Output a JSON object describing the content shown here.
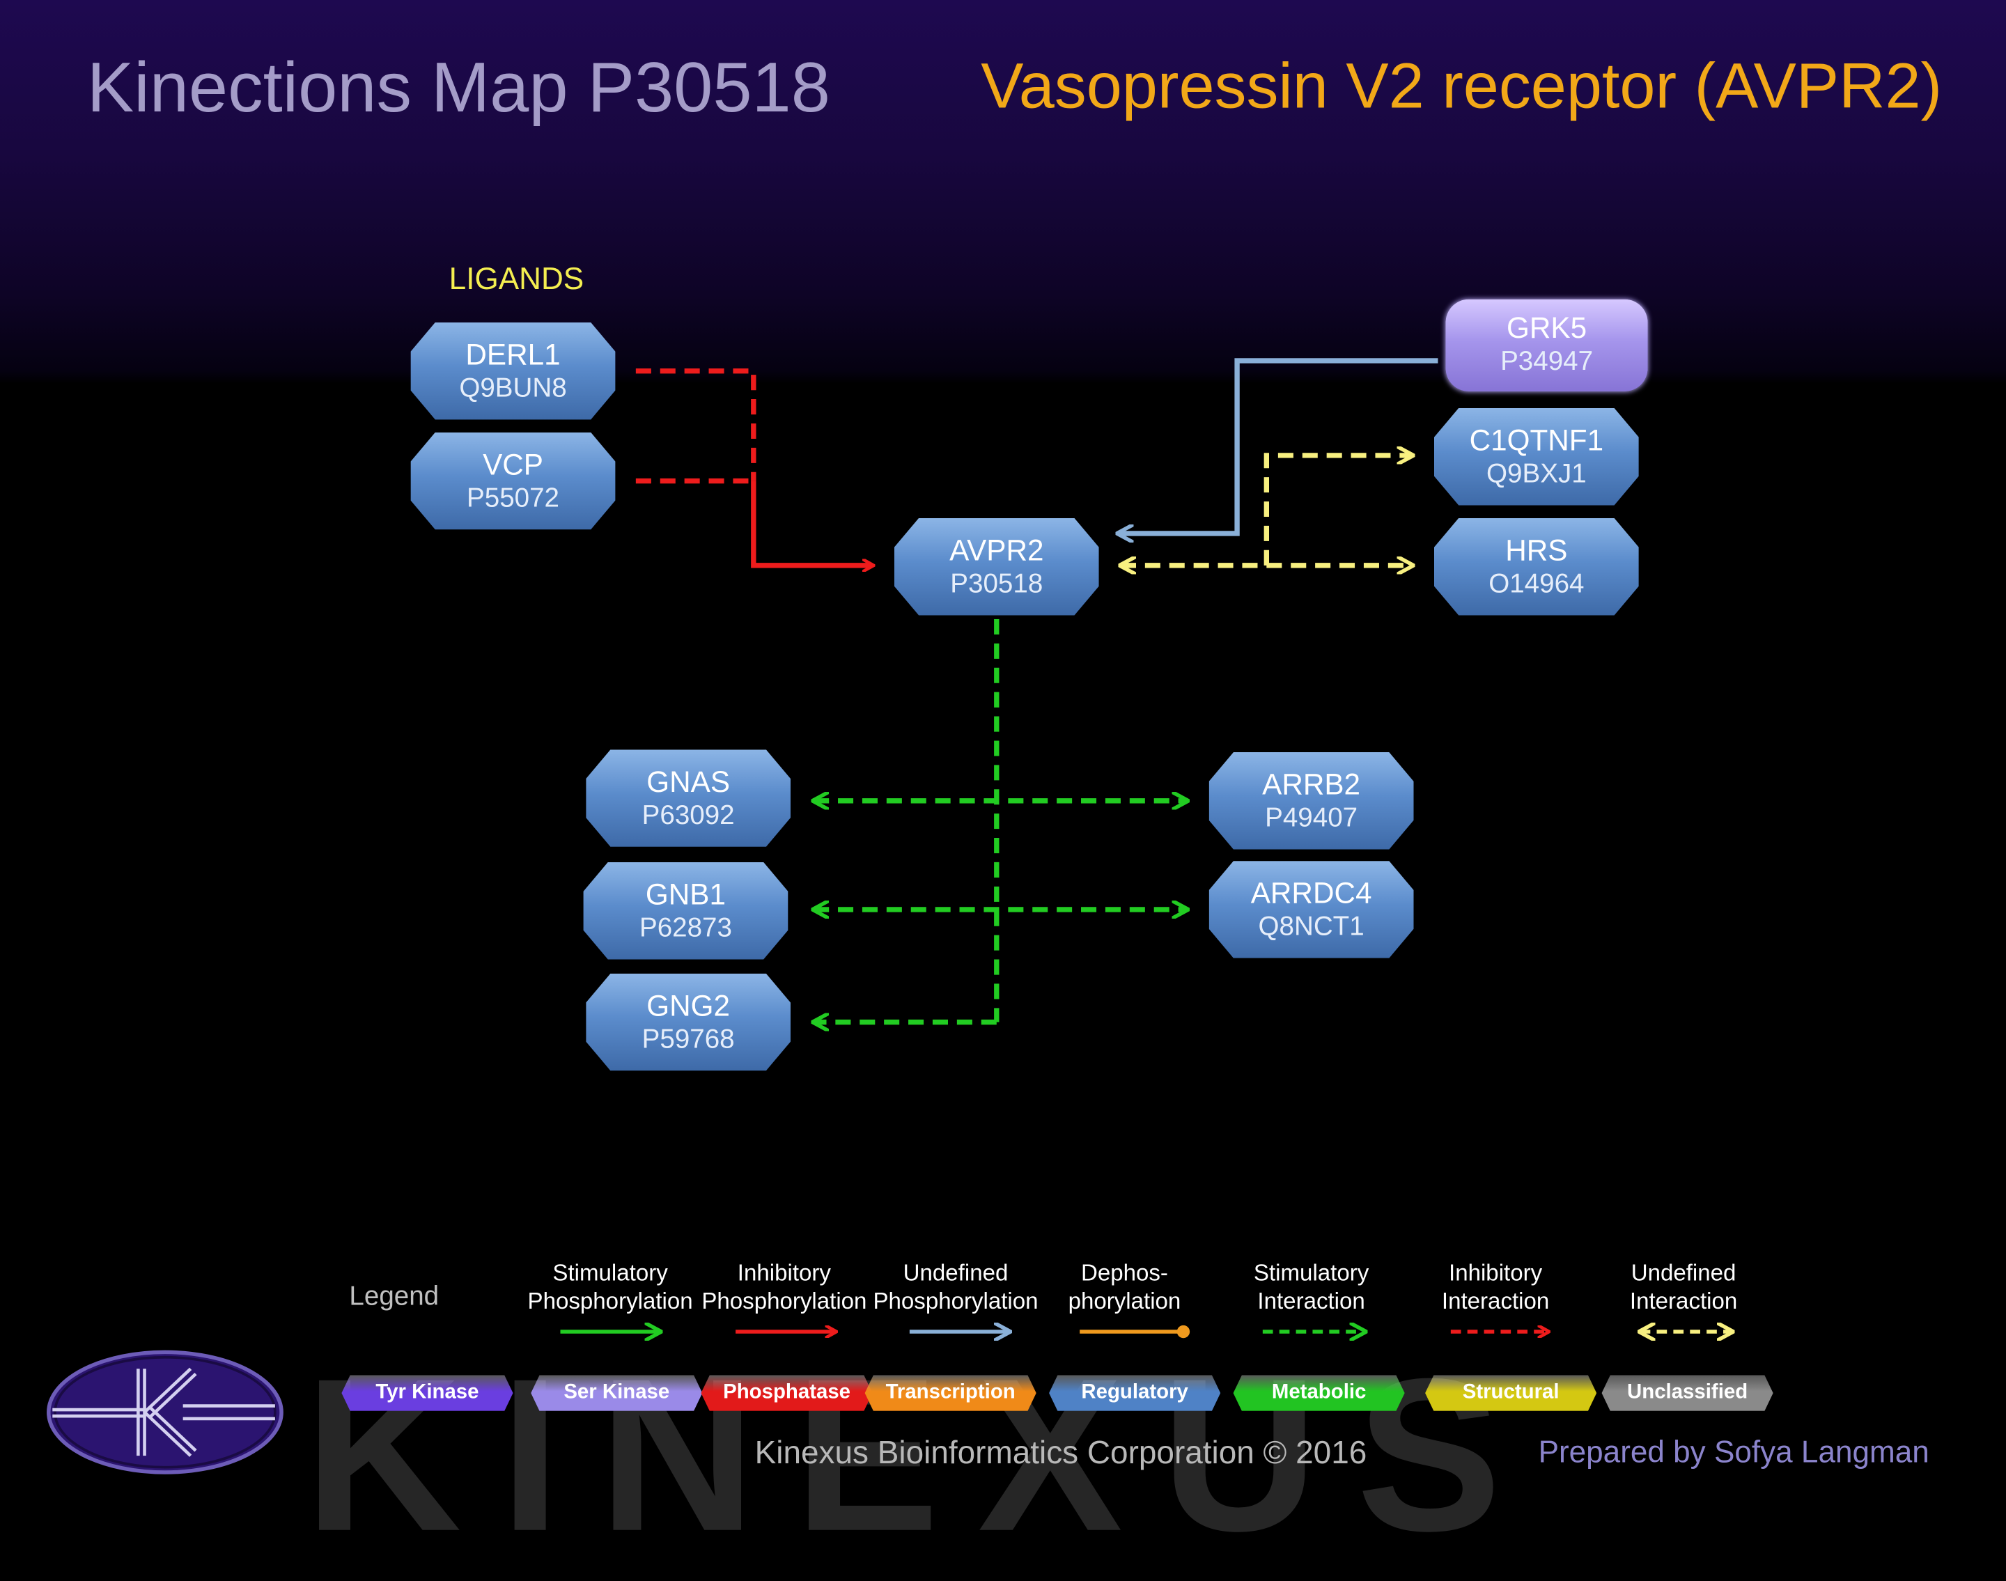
{
  "header": {
    "map_title": "Kinections Map P30518",
    "protein_title": "Vasopressin V2 receptor (AVPR2)"
  },
  "ligands_label": "LIGANDS",
  "nodes": {
    "derl1": {
      "gene": "DERL1",
      "uniprot": "Q9BUN8"
    },
    "vcp": {
      "gene": "VCP",
      "uniprot": "P55072"
    },
    "avpr2": {
      "gene": "AVPR2",
      "uniprot": "P30518"
    },
    "grk5": {
      "gene": "GRK5",
      "uniprot": "P34947"
    },
    "c1qtnf1": {
      "gene": "C1QTNF1",
      "uniprot": "Q9BXJ1"
    },
    "hrs": {
      "gene": "HRS",
      "uniprot": "O14964"
    },
    "gnas": {
      "gene": "GNAS",
      "uniprot": "P63092"
    },
    "gnb1": {
      "gene": "GNB1",
      "uniprot": "P62873"
    },
    "gng2": {
      "gene": "GNG2",
      "uniprot": "P59768"
    },
    "arrb2": {
      "gene": "ARRB2",
      "uniprot": "P49407"
    },
    "arrdc4": {
      "gene": "ARRDC4",
      "uniprot": "Q8NCT1"
    }
  },
  "legend": {
    "title": "Legend",
    "arrows": [
      {
        "line1": "Stimulatory",
        "line2": "Phosphorylation",
        "color": "#22cc22"
      },
      {
        "line1": "Inhibitory",
        "line2": "Phosphorylation",
        "color": "#ee1c1c"
      },
      {
        "line1": "Undefined",
        "line2": "Phosphorylation",
        "color": "#8ab0d8"
      },
      {
        "line1": "Dephos-",
        "line2": "phorylation",
        "color": "#f09a1e"
      },
      {
        "line1": "Stimulatory",
        "line2": "Interaction",
        "color": "#22cc22"
      },
      {
        "line1": "Inhibitory",
        "line2": "Interaction",
        "color": "#ee1c1c"
      },
      {
        "line1": "Undefined",
        "line2": "Interaction",
        "color": "#f8f080"
      }
    ],
    "categories": [
      {
        "label": "Tyr Kinase",
        "color": "#6a3ee0"
      },
      {
        "label": "Ser Kinase",
        "color": "#9a8ae8"
      },
      {
        "label": "Phosphatase",
        "color": "#e21a1a"
      },
      {
        "label": "Transcription",
        "color": "#f08a18"
      },
      {
        "label": "Regulatory",
        "color": "#4f82c6"
      },
      {
        "label": "Metabolic",
        "color": "#22c422"
      },
      {
        "label": "Structural",
        "color": "#d4c812"
      },
      {
        "label": "Unclassified",
        "color": "#8a8a8a"
      }
    ]
  },
  "edge_colors": {
    "inhibitory": "#ee1c1c",
    "undefined_phosphorylation": "#8ab0d8",
    "undefined_interaction": "#f8f080",
    "stimulatory_interaction": "#22cc22"
  },
  "watermark": "KINEXUS",
  "footer": {
    "corporation": "Kinexus Bioinformatics Corporation © 2016",
    "prepared_by": "Prepared by  Sofya Langman"
  }
}
